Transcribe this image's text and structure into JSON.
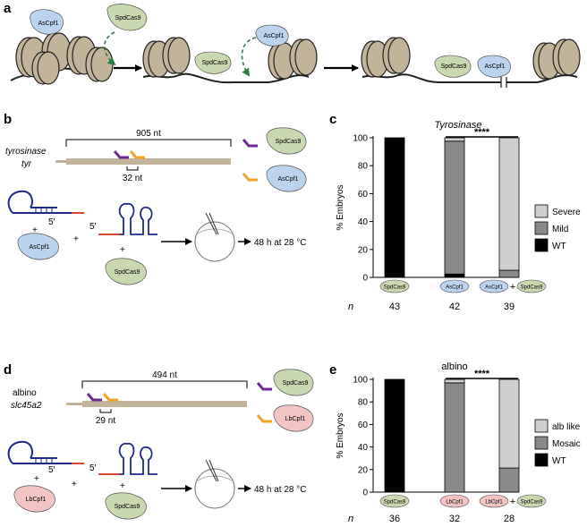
{
  "panels": {
    "a": "a",
    "b": "b",
    "c": "c",
    "d": "d",
    "e": "e"
  },
  "proteins": {
    "ascpf1": "AsCpf1",
    "spdcas9": "SpdCas9",
    "lbcpf1": "LbCpf1"
  },
  "colors": {
    "ascpf1": "#bcd3ee",
    "spdcas9": "#c9d8b0",
    "lbcpf1": "#f2c4c4",
    "dna": "#c2b49a",
    "nucleosome": "#a89678",
    "arrow_green": "#2e7d46",
    "guide_purple": "#6a2c91",
    "guide_orange": "#f4a12a",
    "rna": "#1d2a8c",
    "bar_black": "#000000",
    "bar_mid": "#8a8a8a",
    "bar_light": "#cfcfcf"
  },
  "panel_b": {
    "gene_name": "tyrosinase",
    "gene_symbol": "tyr",
    "length": "905 nt",
    "gap": "32 nt",
    "condition": "48 h at 28 °C",
    "plus": "+",
    "prime": "5′"
  },
  "panel_d": {
    "gene_name": "albino",
    "gene_symbol": "slc45a2",
    "length": "494 nt",
    "gap": "29 nt",
    "condition": "48 h at 28 °C",
    "plus": "+",
    "prime": "5′"
  },
  "chart_data": [
    {
      "type": "bar",
      "title": "Tyrosinase",
      "ylabel": "% Embryos",
      "ylim": [
        0,
        100
      ],
      "yticks": [
        "0",
        "20",
        "40",
        "60",
        "80",
        "100"
      ],
      "categories": [
        "SpdCas9",
        "AsCpf1",
        "AsCpf1 + SpdCas9"
      ],
      "n_label": "n",
      "n": [
        "43",
        "42",
        "39"
      ],
      "significance": "****",
      "series": [
        {
          "name": "WT",
          "values": [
            100,
            2.4,
            0
          ]
        },
        {
          "name": "Mild",
          "values": [
            0,
            95.2,
            5.1
          ]
        },
        {
          "name": "Severe",
          "values": [
            0,
            2.4,
            94.9
          ]
        }
      ],
      "legend": [
        "Severe",
        "Mild",
        "WT"
      ]
    },
    {
      "type": "bar",
      "title": "albino",
      "ylabel": "% Embryos",
      "ylim": [
        0,
        100
      ],
      "yticks": [
        "0",
        "20",
        "40",
        "60",
        "80",
        "100"
      ],
      "categories": [
        "SpdCas9",
        "LbCpf1",
        "LbCpf1 + SpdCas9"
      ],
      "n_label": "n",
      "n": [
        "36",
        "32",
        "28"
      ],
      "significance": "****",
      "series": [
        {
          "name": "WT",
          "values": [
            100,
            0,
            0
          ]
        },
        {
          "name": "Mosaic",
          "values": [
            0,
            96.9,
            21.4
          ]
        },
        {
          "name": "alb like",
          "values": [
            0,
            3.1,
            78.6
          ]
        }
      ],
      "legend": [
        "alb like",
        "Mosaic",
        "WT"
      ]
    }
  ]
}
